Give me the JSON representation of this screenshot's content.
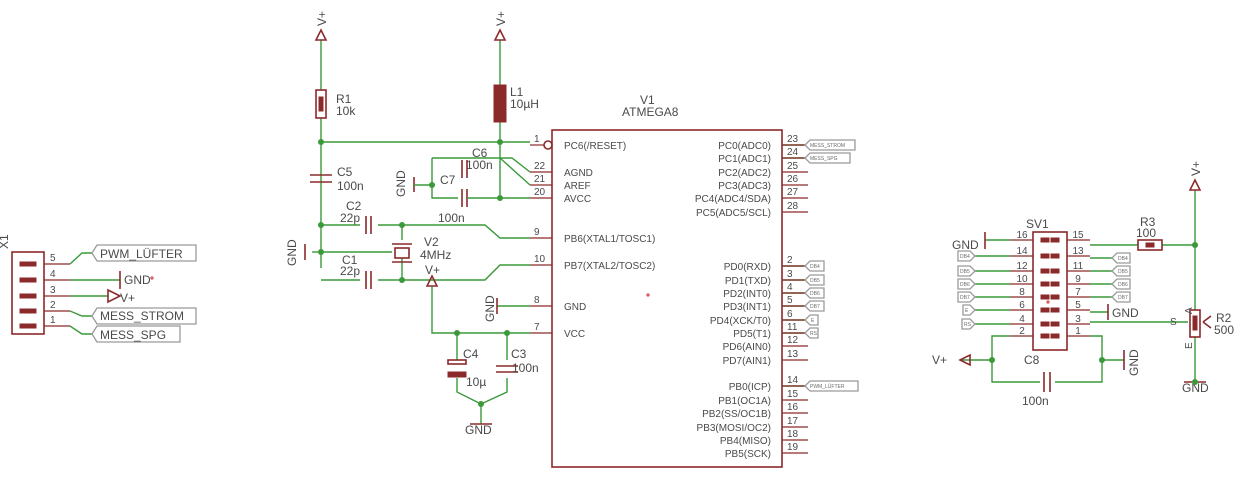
{
  "parts": {
    "v1": {
      "name": "V1",
      "value": "ATMEGA8",
      "left_pins": [
        {
          "num": "1",
          "label": "PC6(/RESET)"
        },
        {
          "num": "22",
          "label": "AGND"
        },
        {
          "num": "21",
          "label": "AREF"
        },
        {
          "num": "20",
          "label": "AVCC"
        },
        {
          "num": "9",
          "label": "PB6(XTAL1/TOSC1)"
        },
        {
          "num": "10",
          "label": "PB7(XTAL2/TOSC2)"
        },
        {
          "num": "8",
          "label": "GND"
        },
        {
          "num": "7",
          "label": "VCC"
        }
      ],
      "right_pins": [
        {
          "num": "23",
          "label": "PC0(ADC0)"
        },
        {
          "num": "24",
          "label": "PC1(ADC1)"
        },
        {
          "num": "25",
          "label": "PC2(ADC2)"
        },
        {
          "num": "26",
          "label": "PC3(ADC3)"
        },
        {
          "num": "27",
          "label": "PC4(ADC4/SDA)"
        },
        {
          "num": "28",
          "label": "PC5(ADC5/SCL)"
        },
        {
          "num": "2",
          "label": "PD0(RXD)"
        },
        {
          "num": "3",
          "label": "PD1(TXD)"
        },
        {
          "num": "4",
          "label": "PD2(INT0)"
        },
        {
          "num": "5",
          "label": "PD3(INT1)"
        },
        {
          "num": "6",
          "label": "PD4(XCK/T0)"
        },
        {
          "num": "11",
          "label": "PD5(T1)"
        },
        {
          "num": "12",
          "label": "PD6(AIN0)"
        },
        {
          "num": "13",
          "label": "PD7(AIN1)"
        },
        {
          "num": "14",
          "label": "PB0(ICP)"
        },
        {
          "num": "15",
          "label": "PB1(OC1A)"
        },
        {
          "num": "16",
          "label": "PB2(SS/OC1B)"
        },
        {
          "num": "17",
          "label": "PB3(MOSI/OC2)"
        },
        {
          "num": "18",
          "label": "PB4(MISO)"
        },
        {
          "num": "19",
          "label": "PB5(SCK)"
        }
      ]
    },
    "r1": {
      "name": "R1",
      "value": "10k"
    },
    "l1": {
      "name": "L1",
      "value": "10µH"
    },
    "c5": {
      "name": "C5",
      "value": "100n"
    },
    "c6": {
      "name": "C6",
      "value": "100n"
    },
    "c7": {
      "name": "C7",
      "value": "100n"
    },
    "c2": {
      "name": "C2",
      "value": "22p"
    },
    "c1": {
      "name": "C1",
      "value": "22p"
    },
    "v2": {
      "name": "V2",
      "value": "4MHz"
    },
    "c4": {
      "name": "C4",
      "value": "10µ"
    },
    "c3": {
      "name": "C3",
      "value": "100n"
    },
    "x1": {
      "name": "X1",
      "pins": [
        "5",
        "4",
        "3",
        "2",
        "1"
      ]
    },
    "sv1": {
      "name": "SV1",
      "left_pins": [
        "16",
        "14",
        "12",
        "10",
        "8",
        "6",
        "4",
        "2"
      ],
      "right_pins": [
        "15",
        "13",
        "11",
        "9",
        "7",
        "5",
        "3",
        "1"
      ]
    },
    "r3": {
      "name": "R3",
      "value": "100"
    },
    "r2": {
      "name": "R2",
      "value": "500",
      "pin_a": "A",
      "pin_e": "E",
      "pin_s": "S"
    },
    "c8": {
      "name": "C8",
      "value": "100n"
    }
  },
  "supplies": {
    "vplus": "V+",
    "gnd": "GND"
  },
  "x1_flags": [
    "PWM_LÜFTER",
    "MESS_STROM",
    "MESS_SPG"
  ],
  "tiny_flags": {
    "pc0": "MESS_STROM",
    "pc1": "MESS_SPG",
    "pb0": "PWM_LÜFTER",
    "pd0": "DB4",
    "pd1": "DB5",
    "pd2": "DB6",
    "pd3": "DB7",
    "pd4": "E",
    "pd5": "RS",
    "sv_left": [
      "DB4",
      "DB5",
      "DB6",
      "DB7",
      "E",
      "RS"
    ],
    "sv_right": [
      "DB4",
      "DB5",
      "DB6",
      "DB7"
    ]
  }
}
